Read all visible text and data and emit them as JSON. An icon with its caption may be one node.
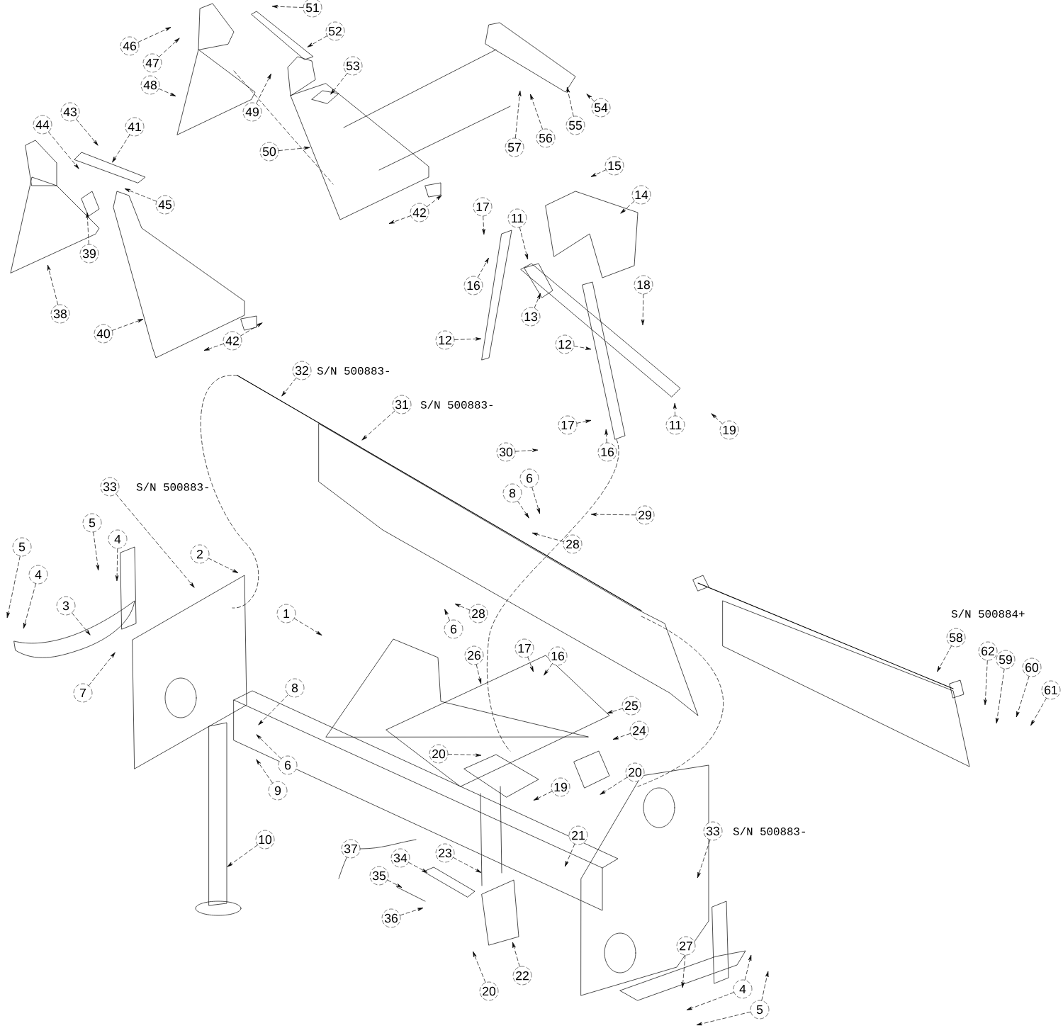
{
  "diagram": {
    "nodes": [
      {
        "text": [
          "51"
        ]
      },
      {
        "text": [
          "52"
        ]
      },
      {
        "text": [
          "46"
        ]
      },
      {
        "text": [
          "47"
        ]
      },
      {
        "text": [
          "53"
        ]
      },
      {
        "text": [
          "48"
        ]
      },
      {
        "text": [
          "54"
        ]
      },
      {
        "text": [
          "49"
        ]
      },
      {
        "text": [
          "43"
        ]
      },
      {
        "text": [
          "44"
        ]
      },
      {
        "text": [
          "55"
        ]
      },
      {
        "text": [
          "41"
        ]
      },
      {
        "text": [
          "56"
        ]
      },
      {
        "text": [
          "57"
        ]
      },
      {
        "text": [
          "50"
        ]
      },
      {
        "text": [
          "15"
        ]
      },
      {
        "text": [
          "14"
        ]
      },
      {
        "text": [
          "45"
        ]
      },
      {
        "text": [
          "17"
        ]
      },
      {
        "text": [
          "42"
        ]
      },
      {
        "text": [
          "11"
        ]
      },
      {
        "text": [
          "39"
        ]
      },
      {
        "text": [
          "18"
        ]
      },
      {
        "text": [
          "16"
        ]
      },
      {
        "text": [
          "38"
        ]
      },
      {
        "text": [
          "13"
        ]
      },
      {
        "text": [
          "40"
        ]
      },
      {
        "text": [
          "12"
        ]
      },
      {
        "text": [
          "42"
        ]
      },
      {
        "text": [
          "12"
        ]
      },
      {
        "text": [
          "32"
        ],
        "beside": [
          "S/N 500883-"
        ]
      },
      {
        "text": [
          "31"
        ],
        "beside": [
          "S/N 500883-"
        ]
      },
      {
        "text": [
          "11"
        ]
      },
      {
        "text": [
          "17"
        ]
      },
      {
        "text": [
          "19"
        ]
      },
      {
        "text": [
          "30"
        ]
      },
      {
        "text": [
          "16"
        ]
      },
      {
        "text": [
          "6"
        ]
      },
      {
        "text": [
          "33"
        ],
        "beside": [
          "S/N 500883-"
        ]
      },
      {
        "text": [
          "8"
        ]
      },
      {
        "text": [
          "29"
        ]
      },
      {
        "text": [
          "5"
        ]
      },
      {
        "text": [
          "4"
        ]
      },
      {
        "text": [
          "28"
        ]
      },
      {
        "text": [
          "5"
        ]
      },
      {
        "text": [
          "2"
        ]
      },
      {
        "text": [
          "4"
        ]
      },
      {
        "text": [
          "3"
        ]
      },
      {
        "text": [
          "28"
        ]
      },
      {
        "text": [
          "1"
        ]
      },
      {
        "text": [
          "6"
        ]
      },
      {
        "text": [
          "58"
        ],
        "beside": [
          "S/N 500884+"
        ]
      },
      {
        "text": [
          "17"
        ]
      },
      {
        "text": [
          "62"
        ]
      },
      {
        "text": [
          "26"
        ]
      },
      {
        "text": [
          "16"
        ]
      },
      {
        "text": [
          "59"
        ]
      },
      {
        "text": [
          "60"
        ]
      },
      {
        "text": [
          "8"
        ]
      },
      {
        "text": [
          "61"
        ]
      },
      {
        "text": [
          "7"
        ]
      },
      {
        "text": [
          "25"
        ]
      },
      {
        "text": [
          "24"
        ]
      },
      {
        "text": [
          "20"
        ]
      },
      {
        "text": [
          "6"
        ]
      },
      {
        "text": [
          "20"
        ]
      },
      {
        "text": [
          "19"
        ]
      },
      {
        "text": [
          "9"
        ]
      },
      {
        "text": [
          "33"
        ],
        "beside": [
          "S/N 500883-"
        ]
      },
      {
        "text": [
          "21"
        ]
      },
      {
        "text": [
          "10"
        ]
      },
      {
        "text": [
          "37"
        ]
      },
      {
        "text": [
          "23"
        ]
      },
      {
        "text": [
          "34"
        ]
      },
      {
        "text": [
          "35"
        ]
      },
      {
        "text": [
          "36"
        ]
      },
      {
        "text": [
          "27"
        ]
      },
      {
        "text": [
          "4"
        ]
      },
      {
        "text": [
          "22"
        ]
      },
      {
        "text": [
          "20"
        ]
      },
      {
        "text": [
          "5"
        ]
      }
    ],
    "edges": [
      {
        "from": 0,
        "to": null,
        "arrow": "to",
        "style": "dashed"
      },
      {
        "from": 1,
        "to": null,
        "arrow": "to",
        "style": "dashed"
      },
      {
        "from": 2,
        "to": null,
        "arrow": "to",
        "style": "dashed"
      },
      {
        "from": 3,
        "to": null,
        "arrow": "to",
        "style": "dashed"
      },
      {
        "from": 4,
        "to": null,
        "arrow": "to",
        "style": "dashed"
      },
      {
        "from": 5,
        "to": null,
        "arrow": "to",
        "style": "dashed"
      },
      {
        "from": 6,
        "to": null,
        "arrow": "to",
        "style": "dashed"
      },
      {
        "from": 7,
        "to": null,
        "arrow": "to",
        "style": "dashed"
      },
      {
        "from": 8,
        "to": null,
        "arrow": "to",
        "style": "dashed"
      },
      {
        "from": 9,
        "to": null,
        "arrow": "to",
        "style": "dashed"
      },
      {
        "from": 10,
        "to": null,
        "arrow": "to",
        "style": "dashed"
      },
      {
        "from": 11,
        "to": null,
        "arrow": "to",
        "style": "dashed"
      },
      {
        "from": 12,
        "to": null,
        "arrow": "to",
        "style": "dashed"
      },
      {
        "from": 13,
        "to": null,
        "arrow": "to",
        "style": "dashed"
      },
      {
        "from": 14,
        "to": null,
        "arrow": "to",
        "style": "dashed"
      },
      {
        "from": 15,
        "to": null,
        "arrow": "to",
        "style": "dashed"
      },
      {
        "from": 16,
        "to": null,
        "arrow": "to",
        "style": "dashed"
      },
      {
        "from": 17,
        "to": null,
        "arrow": "to",
        "style": "dashed"
      },
      {
        "from": 18,
        "to": null,
        "arrow": "to",
        "style": "dashed"
      },
      {
        "from": 19,
        "to": null,
        "arrow": "to",
        "style": "dashed"
      },
      {
        "from": 19,
        "to": null,
        "arrow": "to",
        "style": "dashed"
      },
      {
        "from": 20,
        "to": null,
        "arrow": "to",
        "style": "dashed"
      },
      {
        "from": 21,
        "to": null,
        "arrow": "to",
        "style": "dashed"
      },
      {
        "from": 22,
        "to": null,
        "arrow": "to",
        "style": "dashed"
      },
      {
        "from": 23,
        "to": null,
        "arrow": "to",
        "style": "dashed"
      },
      {
        "from": 24,
        "to": null,
        "arrow": "to",
        "style": "dashed"
      },
      {
        "from": 25,
        "to": null,
        "arrow": "to",
        "style": "dashed"
      },
      {
        "from": 26,
        "to": null,
        "arrow": "to",
        "style": "dashed"
      },
      {
        "from": 27,
        "to": null,
        "arrow": "to",
        "style": "dashed"
      },
      {
        "from": 28,
        "to": null,
        "arrow": "to",
        "style": "dashed"
      },
      {
        "from": 28,
        "to": null,
        "arrow": "to",
        "style": "dashed"
      },
      {
        "from": 29,
        "to": null,
        "arrow": "to",
        "style": "dashed"
      },
      {
        "from": 30,
        "to": null,
        "arrow": "to",
        "style": "dashed"
      },
      {
        "from": 31,
        "to": null,
        "arrow": "to",
        "style": "dashed"
      },
      {
        "from": 32,
        "to": null,
        "arrow": "to",
        "style": "dashed"
      },
      {
        "from": 33,
        "to": null,
        "arrow": "to",
        "style": "dashed"
      },
      {
        "from": 34,
        "to": null,
        "arrow": "to",
        "style": "dashed"
      },
      {
        "from": 35,
        "to": null,
        "arrow": "to",
        "style": "dashed"
      },
      {
        "from": 36,
        "to": null,
        "arrow": "to",
        "style": "dashed"
      },
      {
        "from": 37,
        "to": null,
        "arrow": "to",
        "style": "dashed"
      },
      {
        "from": 38,
        "to": null,
        "arrow": "to",
        "style": "dashed"
      },
      {
        "from": 39,
        "to": null,
        "arrow": "to",
        "style": "dashed"
      },
      {
        "from": 40,
        "to": null,
        "arrow": "to",
        "style": "dashed"
      },
      {
        "from": 41,
        "to": null,
        "arrow": "to",
        "style": "dashed"
      },
      {
        "from": 42,
        "to": null,
        "arrow": "to",
        "style": "dashed"
      },
      {
        "from": 43,
        "to": null,
        "arrow": "to",
        "style": "dashed"
      },
      {
        "from": 44,
        "to": null,
        "arrow": "to",
        "style": "dashed"
      },
      {
        "from": 45,
        "to": null,
        "arrow": "to",
        "style": "dashed"
      },
      {
        "from": 46,
        "to": null,
        "arrow": "to",
        "style": "dashed"
      },
      {
        "from": 47,
        "to": null,
        "arrow": "to",
        "style": "dashed"
      },
      {
        "from": 48,
        "to": null,
        "arrow": "to",
        "style": "dashed"
      },
      {
        "from": 49,
        "to": null,
        "arrow": "to",
        "style": "dashed"
      },
      {
        "from": 50,
        "to": null,
        "arrow": "to",
        "style": "dashed"
      },
      {
        "from": 51,
        "to": null,
        "arrow": "to",
        "style": "dashed"
      },
      {
        "from": 52,
        "to": null,
        "arrow": "to",
        "style": "dashed"
      },
      {
        "from": 53,
        "to": null,
        "arrow": "to",
        "style": "dashed"
      },
      {
        "from": 54,
        "to": null,
        "arrow": "to",
        "style": "dashed"
      },
      {
        "from": 55,
        "to": null,
        "arrow": "to",
        "style": "dashed"
      },
      {
        "from": 56,
        "to": null,
        "arrow": "to",
        "style": "dashed"
      },
      {
        "from": 57,
        "to": null,
        "arrow": "to",
        "style": "dashed"
      },
      {
        "from": 58,
        "to": null,
        "arrow": "to",
        "style": "dashed"
      },
      {
        "from": 59,
        "to": null,
        "arrow": "to",
        "style": "dashed"
      },
      {
        "from": 60,
        "to": null,
        "arrow": "to",
        "style": "dashed"
      },
      {
        "from": 61,
        "to": null,
        "arrow": "to",
        "style": "dashed"
      },
      {
        "from": 62,
        "to": null,
        "arrow": "to",
        "style": "dashed"
      },
      {
        "from": 63,
        "to": null,
        "arrow": "to",
        "style": "dashed"
      },
      {
        "from": 64,
        "to": null,
        "arrow": "to",
        "style": "dashed"
      },
      {
        "from": 65,
        "to": null,
        "arrow": "to",
        "style": "dashed"
      },
      {
        "from": 66,
        "to": null,
        "arrow": "to",
        "style": "dashed"
      },
      {
        "from": 67,
        "to": null,
        "arrow": "to",
        "style": "dashed"
      },
      {
        "from": 68,
        "to": null,
        "arrow": "to",
        "style": "dashed"
      },
      {
        "from": 69,
        "to": null,
        "arrow": "to",
        "style": "dashed"
      },
      {
        "from": 70,
        "to": null,
        "arrow": "to",
        "style": "dashed"
      },
      {
        "from": 71,
        "to": null,
        "arrow": "none"
      },
      {
        "from": 72,
        "to": null,
        "arrow": "to",
        "style": "dashed"
      },
      {
        "from": 73,
        "to": null,
        "arrow": "to",
        "style": "dashed"
      },
      {
        "from": 74,
        "to": null,
        "arrow": "to",
        "style": "dashed"
      },
      {
        "from": 75,
        "to": null,
        "arrow": "to",
        "style": "dashed"
      },
      {
        "from": 76,
        "to": null,
        "arrow": "to",
        "style": "dashed"
      },
      {
        "from": 77,
        "to": null,
        "arrow": "to",
        "style": "dashed"
      },
      {
        "from": 77,
        "to": null,
        "arrow": "to",
        "style": "dashed"
      },
      {
        "from": 78,
        "to": null,
        "arrow": "to",
        "style": "dashed"
      },
      {
        "from": 79,
        "to": null,
        "arrow": "to",
        "style": "dashed"
      },
      {
        "from": 80,
        "to": null,
        "arrow": "to",
        "style": "dashed"
      },
      {
        "from": 80,
        "to": null,
        "arrow": "to",
        "style": "dashed"
      }
    ]
  }
}
